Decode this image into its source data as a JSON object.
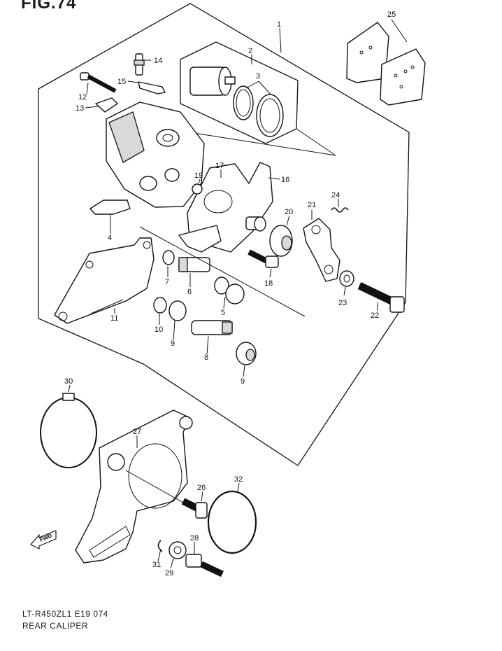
{
  "figure": {
    "title": "FIG.74",
    "code": "LT-R450ZL1 E19  074",
    "name": "REAR CALIPER",
    "direction_badge": "FWD"
  },
  "callouts": [
    "1",
    "2",
    "3",
    "4",
    "5",
    "6",
    "7",
    "8",
    "9",
    "9",
    "10",
    "11",
    "12",
    "13",
    "14",
    "15",
    "16",
    "17",
    "18",
    "19",
    "20",
    "21",
    "22",
    "23",
    "24",
    "25",
    "26",
    "27",
    "28",
    "29",
    "30",
    "31",
    "32"
  ]
}
